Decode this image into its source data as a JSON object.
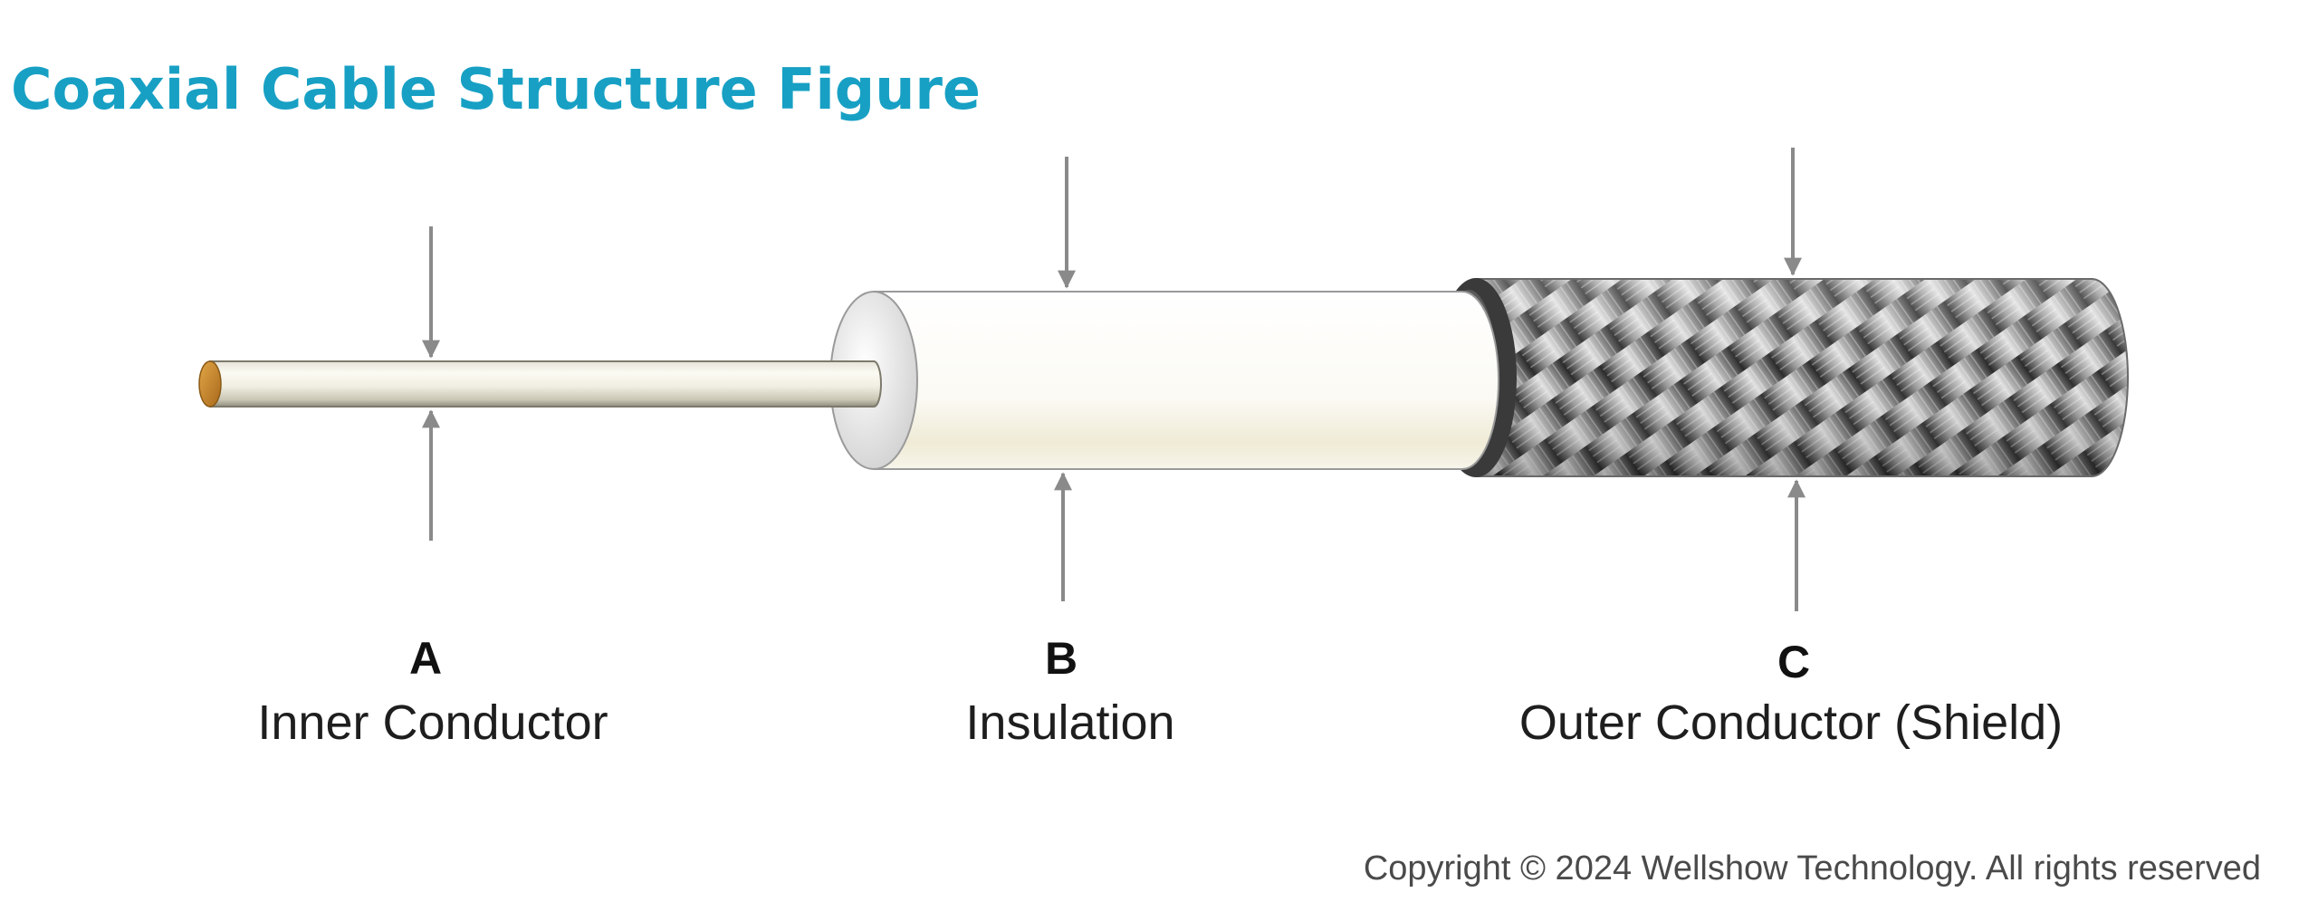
{
  "title": "Coaxial Cable Structure Figure",
  "components": [
    {
      "letter": "A",
      "name": "Inner Conductor"
    },
    {
      "letter": "B",
      "name": "Insulation"
    },
    {
      "letter": "C",
      "name": "Outer Conductor (Shield)"
    }
  ],
  "copyright": "Copyright © 2024 Wellshow Technology. All rights reserved",
  "colors": {
    "title": "#17a0c4",
    "arrow": "#8a8a8a",
    "copper": "#c98a2e",
    "insulation": "#f7f5ec",
    "shield_dark": "#3b3b3b",
    "shield_light": "#c8c8c8"
  }
}
